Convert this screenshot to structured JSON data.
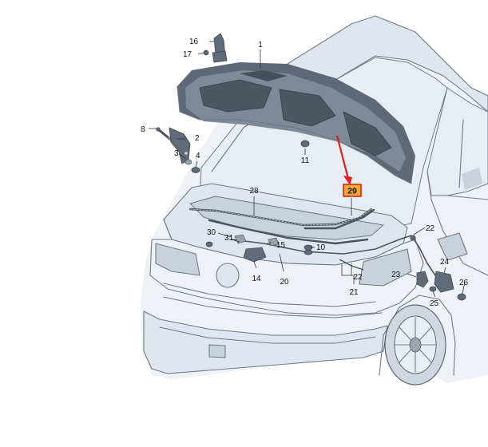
{
  "diagram": {
    "labels": {
      "l1": "1",
      "l2": "2",
      "l3": "3",
      "l4": "4",
      "l8": "8",
      "l10": "10",
      "l11": "11",
      "l14": "14",
      "l15": "15",
      "l16": "16",
      "l17": "17",
      "l20": "20",
      "l21": "21",
      "l22a": "22",
      "l22b": "22",
      "l23": "23",
      "l24": "24",
      "l25": "25",
      "l26": "26",
      "l28": "28",
      "l29": "29",
      "l30": "30",
      "l31": "31"
    },
    "highlight": {
      "part_number": "29",
      "box_color": "#f0a830",
      "box_border": "#cc2a1e",
      "arrow_color": "#e21e1e"
    }
  }
}
